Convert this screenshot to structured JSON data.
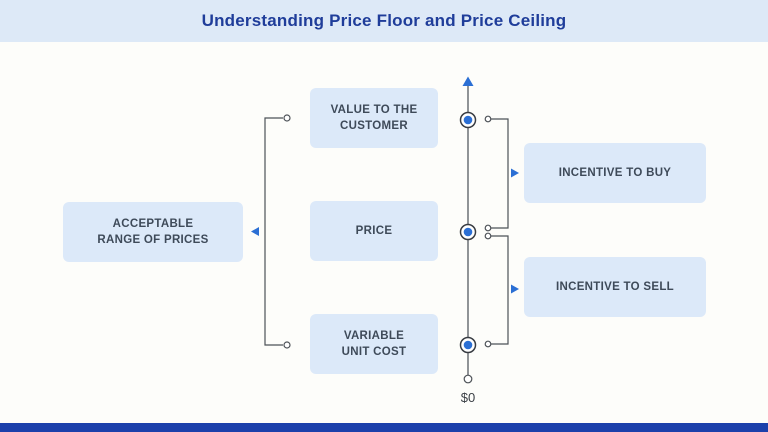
{
  "header": {
    "title": "Understanding Price Floor and Price Ceiling"
  },
  "diagram": {
    "left_box": {
      "line1": "ACCEPTABLE",
      "line2": "RANGE OF PRICES"
    },
    "middle_boxes": [
      {
        "line1": "VALUE TO THE",
        "line2": "CUSTOMER"
      },
      {
        "line1": "PRICE"
      },
      {
        "line1": "VARIABLE",
        "line2": "UNIT COST"
      }
    ],
    "right_boxes": [
      {
        "label": "INCENTIVE TO BUY"
      },
      {
        "label": "INCENTIVE TO SELL"
      }
    ],
    "axis": {
      "origin_label": "$0"
    }
  },
  "colors": {
    "header_bg": "#dde9f7",
    "title_text": "#1f3d9a",
    "box_bg": "#dce9f9",
    "box_text": "#3e4a59",
    "accent_blue": "#2b6fd4",
    "connector_line": "#4d5257",
    "axis_line": "#75797e",
    "footer_bar": "#1c40ab",
    "page_bg": "#fdfdfa"
  }
}
